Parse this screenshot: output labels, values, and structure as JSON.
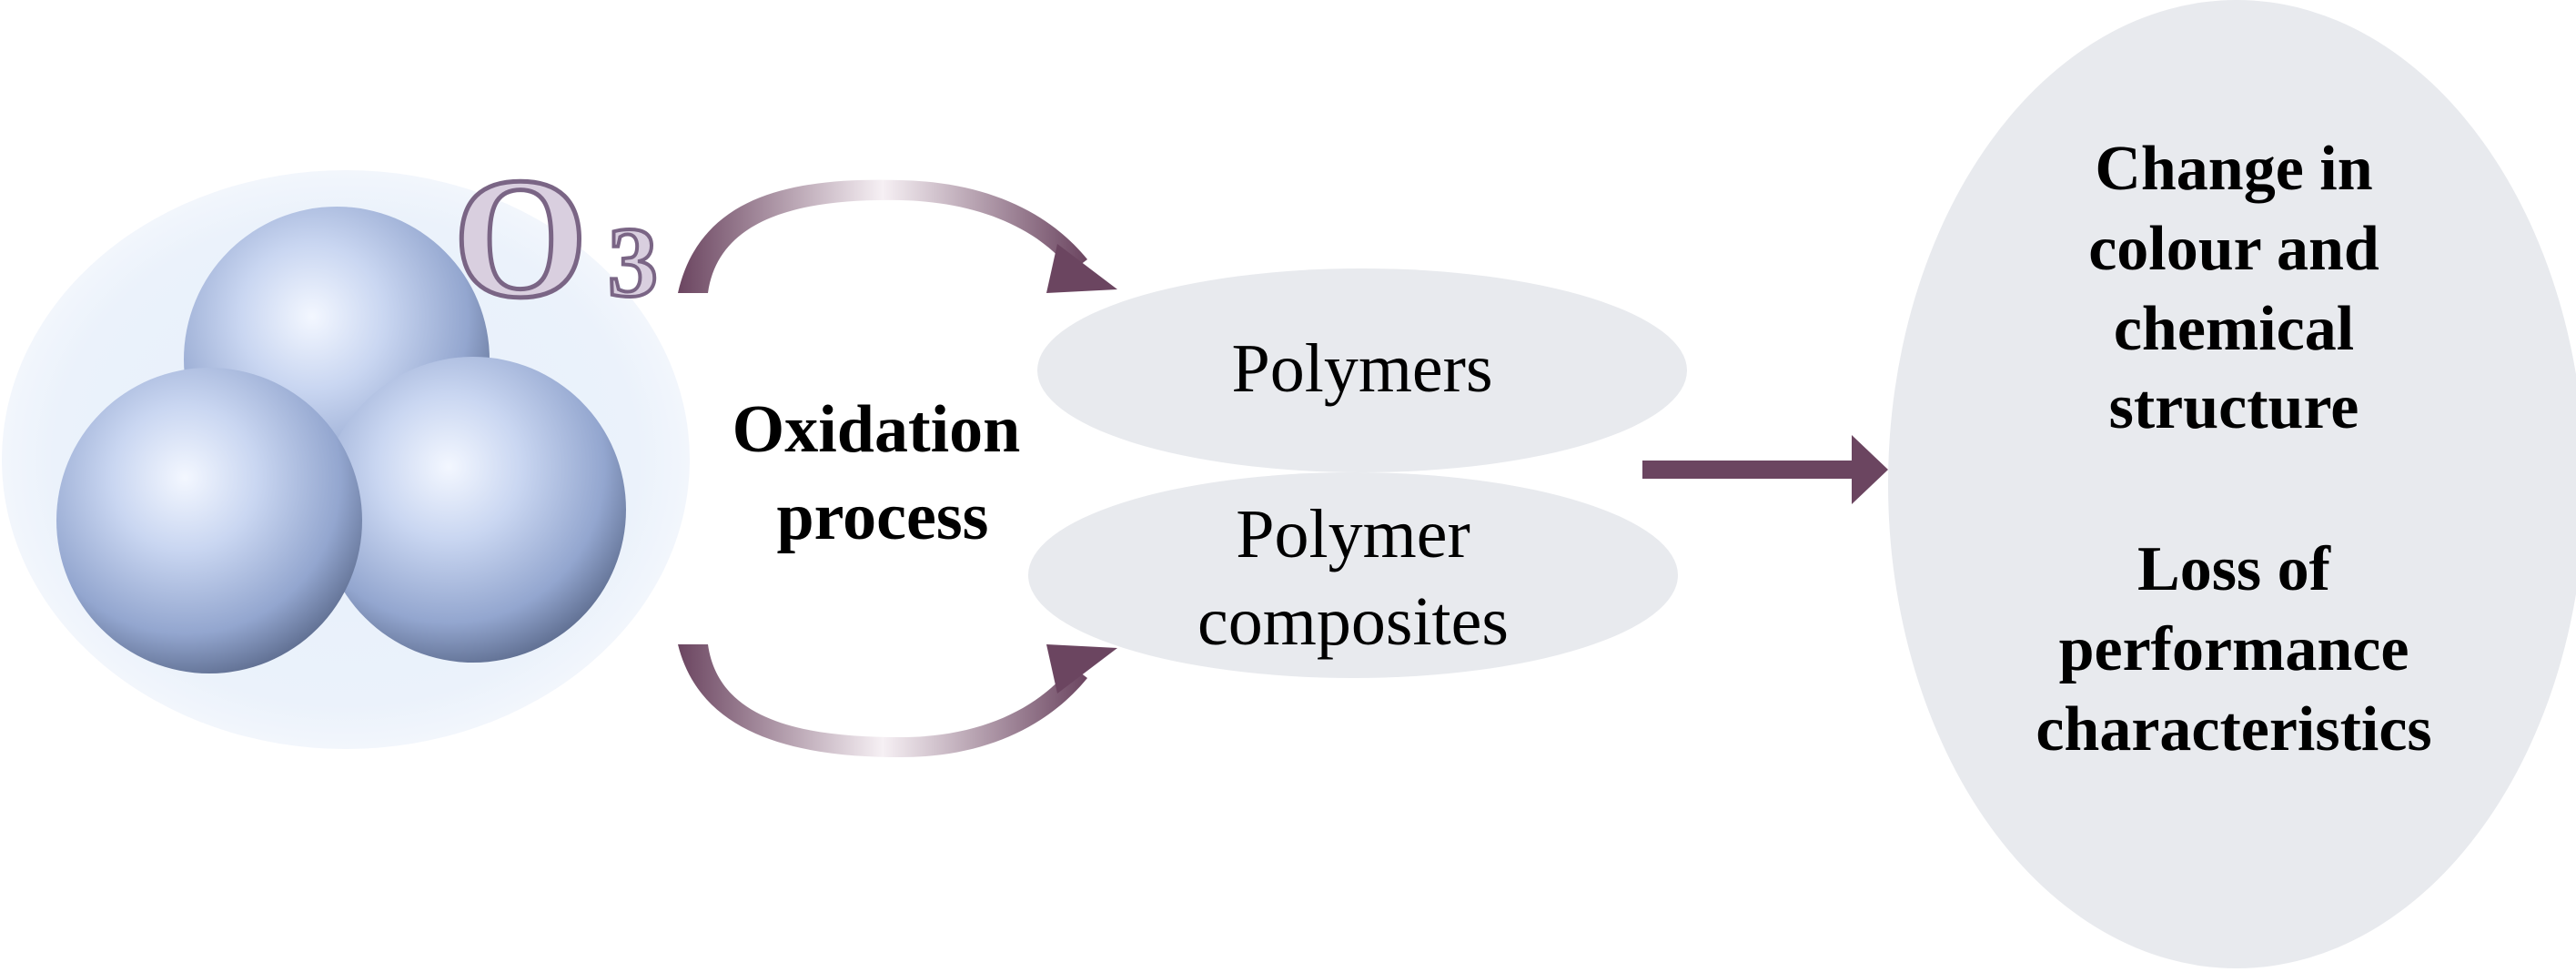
{
  "molecule": {
    "formula_letter": "O",
    "formula_subscript": "3"
  },
  "process": {
    "line1": "Oxidation",
    "line2": "process"
  },
  "materials": {
    "polymers": "Polymers",
    "composites_line1": "Polymer",
    "composites_line2": "composites"
  },
  "effects": {
    "effect1_line1": "Change in",
    "effect1_line2": "colour and",
    "effect1_line3": "chemical",
    "effect1_line4": "structure",
    "effect2_line1": "Loss of",
    "effect2_line2": "performance",
    "effect2_line3": "characteristics"
  },
  "colors": {
    "arrow": "#6b4560",
    "ellipse_fill": "#e8eaee",
    "halo_fill": "#eaf1fb",
    "sphere_light": "#eef4ff",
    "sphere_mid": "#a9bbe0",
    "sphere_dark": "#5f6f92",
    "formula_fill": "#d9cfdf",
    "formula_stroke": "#7a6585"
  }
}
